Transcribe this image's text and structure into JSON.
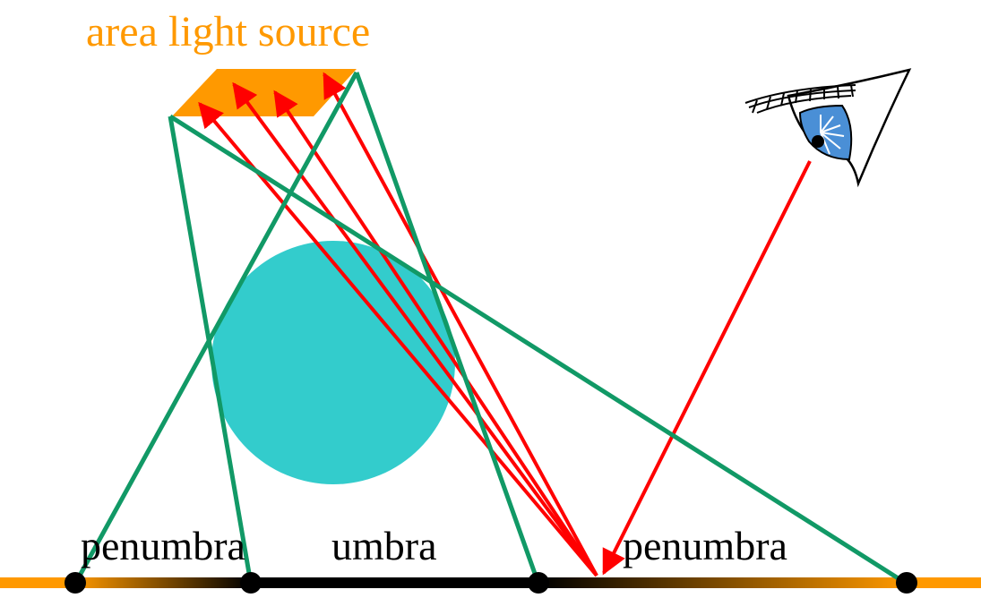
{
  "diagram": {
    "title": "area light source",
    "labels": {
      "penumbra_left": "penumbra",
      "umbra": "umbra",
      "penumbra_right": "penumbra"
    },
    "colors": {
      "light_source": "#ff9900",
      "sphere": "#33cccc",
      "shadow_ray": "#ff0000",
      "boundary_line": "#119966",
      "ground": "#ff9900",
      "shadow": "#000000",
      "eye_iris": "#4a8fd6"
    },
    "icons": {
      "eye": "eye-icon"
    }
  }
}
